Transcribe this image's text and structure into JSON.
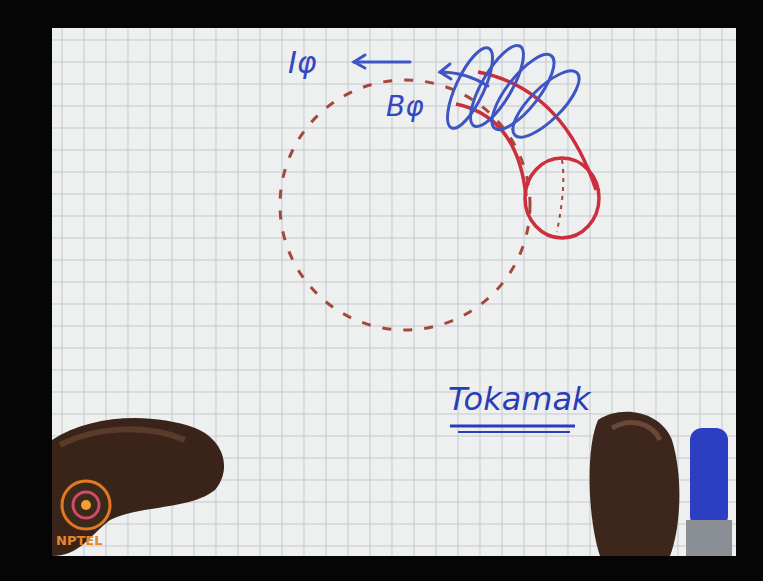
{
  "diagram": {
    "title": "Tokamak",
    "labels": [
      "Iφ",
      "Bφ",
      "NPTEL"
    ]
  }
}
